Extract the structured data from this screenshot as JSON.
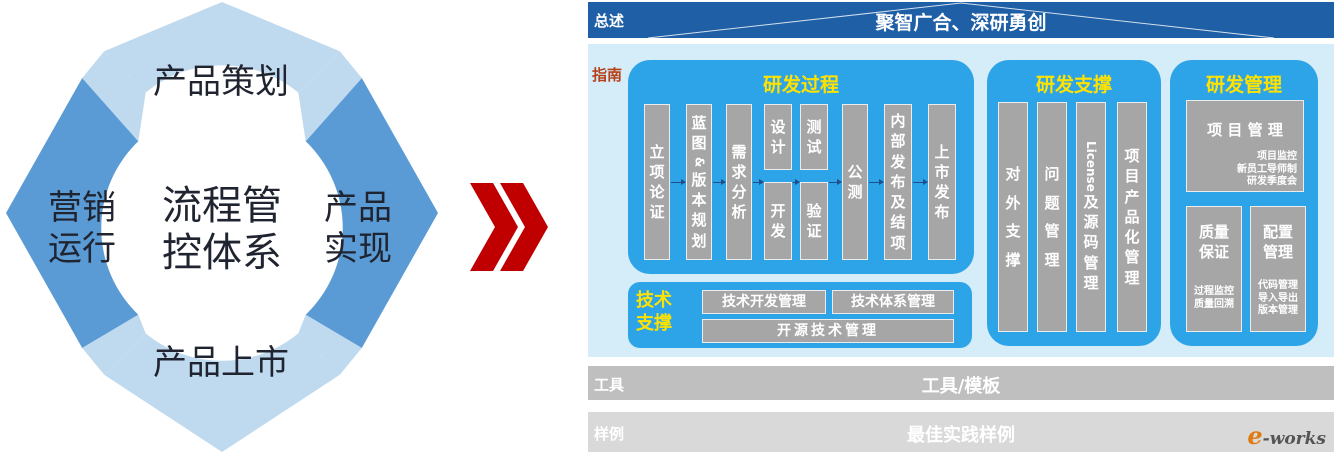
{
  "cycle": {
    "top": "产品策划",
    "right": "产品\n实现",
    "bottom": "产品上市",
    "left": "营销\n运行",
    "center": "流程管\n控体系"
  },
  "framework": {
    "overview_label": "总述",
    "overview_title": "聚智广合、深研勇创",
    "guide_label": "指南",
    "rd_process": {
      "title": "研发过程",
      "steps": [
        "立项论证",
        "蓝图&版本规划",
        "需求分析",
        "设计",
        "测试",
        "开发",
        "验证",
        "公测",
        "内部发布及结项",
        "上市发布"
      ]
    },
    "tech_support": {
      "label": "技术\n支撑",
      "items": [
        "技术开发管理",
        "技术体系管理",
        "开源技术管理"
      ]
    },
    "rd_support": {
      "title": "研发支撑",
      "items": [
        "对外支撑",
        "问题管理",
        "License及源码管理",
        "项目产品化管理"
      ]
    },
    "rd_management": {
      "title": "研发管理",
      "project": {
        "title": "项 目 管 理",
        "details": "项目监控\n新员工导师制\n研发季度会"
      },
      "quality": {
        "title": "质量\n保证",
        "details": "过程监控\n质量回溯"
      },
      "config": {
        "title": "配置\n管理",
        "details": "代码管理\n导入导出\n版本管理"
      }
    },
    "tools": {
      "label": "工具",
      "title": "工具/模板"
    },
    "samples": {
      "label": "样例",
      "title": "最佳实践样例"
    },
    "logo": "e-works"
  },
  "colors": {
    "ring_light": "#bfd9ef",
    "ring_dark": "#5b9bd5",
    "chevron": "#c00000",
    "panel_blue": "#2ea4e8",
    "header_blue": "#1e5fa5",
    "box_gray": "#a6a6a6",
    "title_yellow": "#ffe200"
  }
}
